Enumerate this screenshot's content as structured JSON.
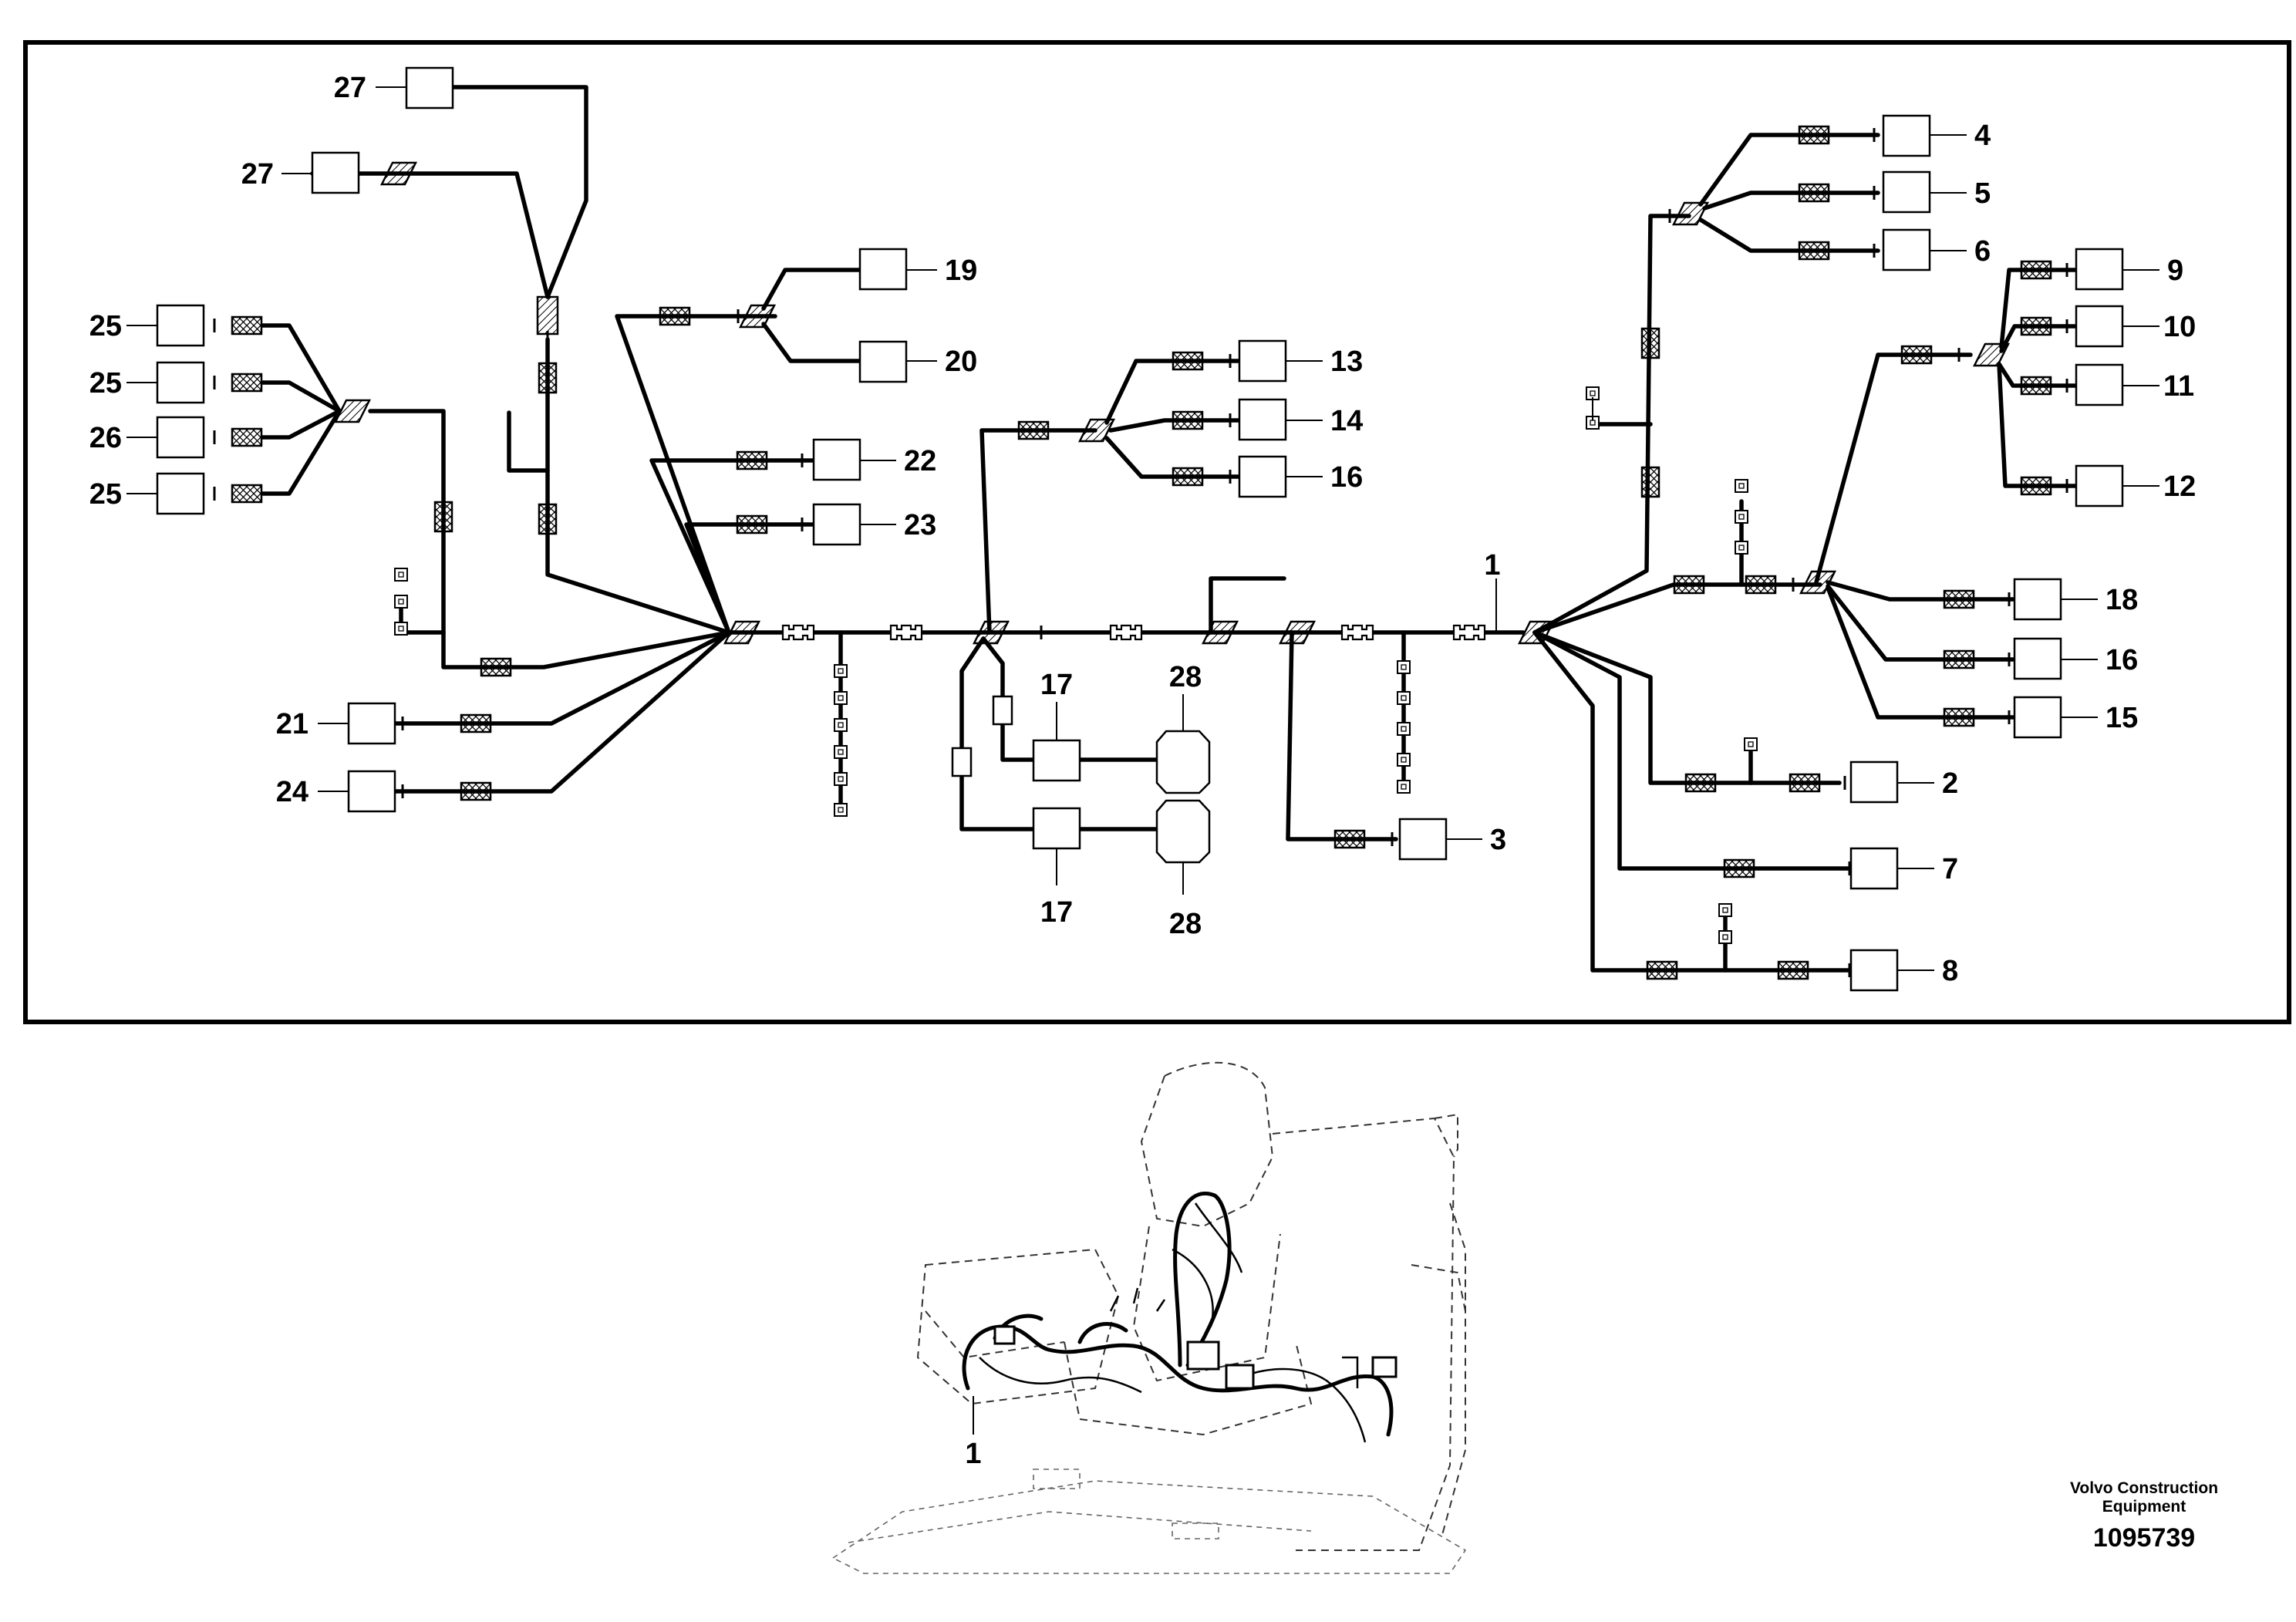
{
  "callouts": {
    "c1": "1",
    "c2": "2",
    "c3": "3",
    "c4": "4",
    "c5": "5",
    "c6": "6",
    "c7": "7",
    "c8": "8",
    "c9": "9",
    "c10": "10",
    "c11": "11",
    "c12": "12",
    "c13": "13",
    "c14": "14",
    "c15": "15",
    "c16a": "16",
    "c16b": "16",
    "c17a": "17",
    "c17b": "17",
    "c18": "18",
    "c19": "19",
    "c20": "20",
    "c21": "21",
    "c22": "22",
    "c23": "23",
    "c24": "24",
    "c25a": "25",
    "c25b": "25",
    "c25c": "25",
    "c26": "26",
    "c27a": "27",
    "c27b": "27",
    "c28a": "28",
    "c28b": "28"
  },
  "illustration": {
    "callout": "1"
  },
  "footer": {
    "company_line1": "Volvo Construction",
    "company_line2": "Equipment",
    "doc_number": "1095739"
  }
}
